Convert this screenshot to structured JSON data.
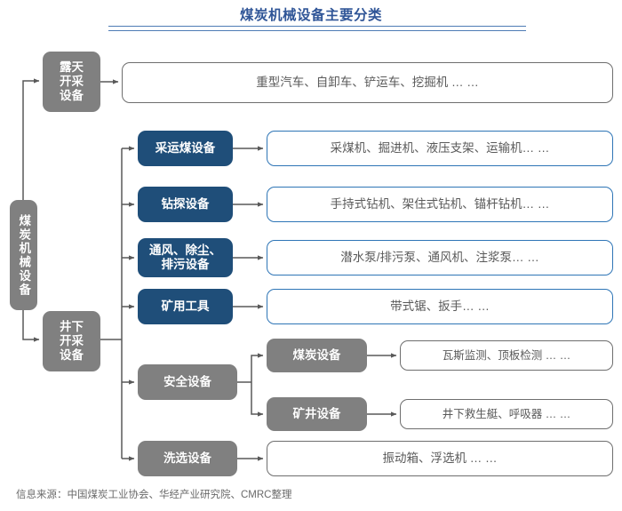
{
  "header": {
    "title": "煤炭机械设备主要分类"
  },
  "footer": {
    "source": "信息来源：中国煤炭工业协会、华经产业研究院、CMRC整理"
  },
  "colors": {
    "title": "#2F5597",
    "rule": "#4E7CB5",
    "gray_fill": "#808080",
    "blue_fill": "#1F4E79",
    "blue_outline": "#2E75B6",
    "gray_outline": "#6E6E6E",
    "text_body": "#5A5A5A",
    "connector": "#595959",
    "background": "#FFFFFF"
  },
  "diagram": {
    "type": "tree",
    "orientation": "left-to-right",
    "root": {
      "label": "煤炭机械设备",
      "style": "gray",
      "text_direction": "vertical"
    },
    "level1": [
      {
        "label": "露天开采设备",
        "style": "gray"
      },
      {
        "label": "井下开采设备",
        "style": "gray"
      }
    ],
    "surface_branch": {
      "parent": "露天开采设备",
      "items": [
        {
          "label": "重型汽车、自卸车、铲运车、挖掘机 … …",
          "style": "outline-gray"
        }
      ]
    },
    "underground_branch": {
      "parent": "井下开采设备",
      "categories": [
        {
          "label": "采运煤设备",
          "style": "blue",
          "detail": {
            "label": "采煤机、掘进机、液压支架、运输机… …",
            "style": "outline-blue"
          }
        },
        {
          "label": "钻探设备",
          "style": "blue",
          "detail": {
            "label": "手持式钻机、架住式钻机、锚杆钻机… …",
            "style": "outline-blue"
          }
        },
        {
          "label": "通风、除尘、\n排污设备",
          "label_line1": "通风、除尘、",
          "label_line2": "排污设备",
          "style": "blue",
          "detail": {
            "label": "潜水泵/排污泵、通风机、注浆泵… …",
            "style": "outline-blue"
          }
        },
        {
          "label": "矿用工具",
          "style": "blue",
          "detail": {
            "label": "带式锯、扳手… …",
            "style": "outline-blue"
          }
        },
        {
          "label": "安全设备",
          "style": "gray",
          "children": [
            {
              "label": "煤炭设备",
              "style": "gray",
              "detail": {
                "label": "瓦斯监测、顶板检测 … …",
                "style": "outline-gray"
              }
            },
            {
              "label": "矿井设备",
              "style": "gray",
              "detail": {
                "label": "井下救生艇、呼吸器 … …",
                "style": "outline-gray"
              }
            }
          ]
        },
        {
          "label": "洗选设备",
          "style": "gray",
          "detail": {
            "label": "振动箱、浮选机 … …",
            "style": "outline-gray"
          }
        }
      ]
    }
  }
}
